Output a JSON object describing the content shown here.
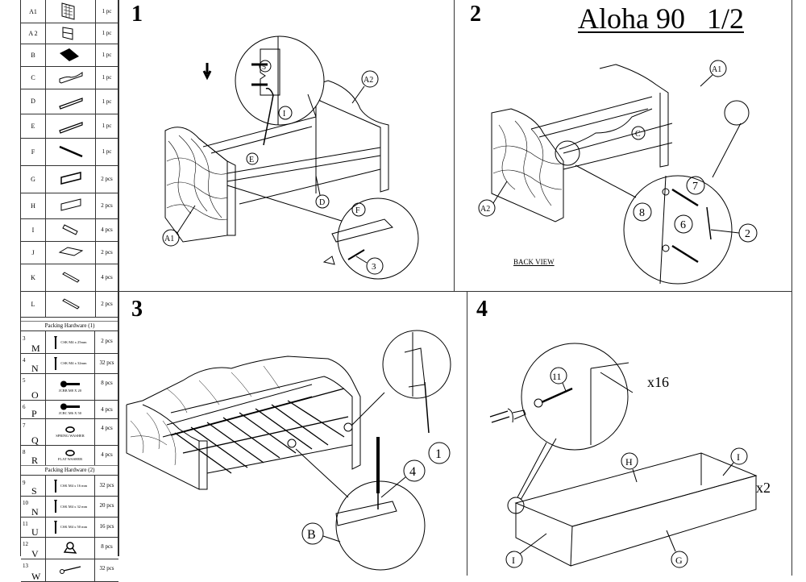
{
  "document": {
    "title": "Aloha 90   1/2",
    "product": "Aloha 90",
    "page": "1/2"
  },
  "parts_table": {
    "parts": [
      {
        "code": "A1",
        "qty": "1 pc",
        "icon": "tufted-headboard-icon"
      },
      {
        "code": "A 2",
        "qty": "1 pc",
        "icon": "side-panel-icon"
      },
      {
        "code": "B",
        "qty": "1 pc",
        "icon": "board-icon"
      },
      {
        "code": "C",
        "qty": "1 pc",
        "icon": "back-rail-icon"
      },
      {
        "code": "D",
        "qty": "1 pc",
        "icon": "rail-icon"
      },
      {
        "code": "E",
        "qty": "1 pc",
        "icon": "rail-icon"
      },
      {
        "code": "F",
        "qty": "1 pc",
        "icon": "rod-icon"
      },
      {
        "code": "G",
        "qty": "2 pcs",
        "icon": "drawer-front-icon"
      },
      {
        "code": "H",
        "qty": "2 pcs",
        "icon": "drawer-back-icon"
      },
      {
        "code": "I",
        "qty": "4 pcs",
        "icon": "drawer-side-icon"
      },
      {
        "code": "J",
        "qty": "2 pcs",
        "icon": "drawer-bottom-icon"
      },
      {
        "code": "K",
        "qty": "4 pcs",
        "icon": "slat-icon"
      },
      {
        "code": "L",
        "qty": "2 pcs",
        "icon": "slat-icon"
      }
    ],
    "hardware_1_label": "Packing Hardware (1)",
    "hardware_1": [
      {
        "num": "3",
        "letter": "M",
        "desc": "CSK M4 x 25mm",
        "qty": "2 pcs",
        "icon": "screw-icon"
      },
      {
        "num": "4",
        "letter": "N",
        "desc": "CSK M4 x 32mm",
        "qty": "32 pcs",
        "icon": "screw-icon"
      },
      {
        "num": "5",
        "letter": "O",
        "desc": "JCBB M8 X 20",
        "qty": "8 pcs",
        "icon": "bolt-icon"
      },
      {
        "num": "6",
        "letter": "P",
        "desc": "JCBC M6 X 50",
        "qty": "4 pcs",
        "icon": "bolt-icon"
      },
      {
        "num": "7",
        "letter": "Q",
        "desc": "SPRING WASHER",
        "qty": "4 pcs",
        "icon": "washer-icon"
      },
      {
        "num": "8",
        "letter": "R",
        "desc": "FLAT WASHER",
        "qty": "4 pcs",
        "icon": "washer-icon"
      }
    ],
    "hardware_2_label": "Packing Hardware (2)",
    "hardware_2": [
      {
        "num": "9",
        "letter": "S",
        "desc": "CSK M4 x 16 mm",
        "qty": "32 pcs",
        "icon": "screw-icon"
      },
      {
        "num": "10",
        "letter": "N",
        "desc": "CSK M4 x 32 mm",
        "qty": "20 pcs",
        "icon": "screw-icon"
      },
      {
        "num": "11",
        "letter": "U",
        "desc": "CSK M4 x 50 mm",
        "qty": "16 pcs",
        "icon": "screw-icon"
      },
      {
        "num": "12",
        "letter": "V",
        "desc": "",
        "qty": "8 pcs",
        "icon": "wheel-bracket-icon"
      },
      {
        "num": "13",
        "letter": "W",
        "desc": "",
        "qty": "32 pcs",
        "icon": "pin-icon"
      }
    ]
  },
  "steps": [
    {
      "number": "1",
      "callouts": [
        "5",
        "I",
        "A2",
        "E",
        "D",
        "F",
        "A1",
        "3"
      ]
    },
    {
      "number": "2",
      "callouts": [
        "A1",
        "C",
        "7",
        "8",
        "6",
        "2",
        "A2"
      ],
      "note": "BACK VIEW"
    },
    {
      "number": "3",
      "callouts": [
        "1",
        "4",
        "B"
      ]
    },
    {
      "number": "4",
      "callouts": [
        "11",
        "H",
        "I",
        "I",
        "G"
      ],
      "multipliers": [
        "x16",
        "x2"
      ]
    }
  ]
}
